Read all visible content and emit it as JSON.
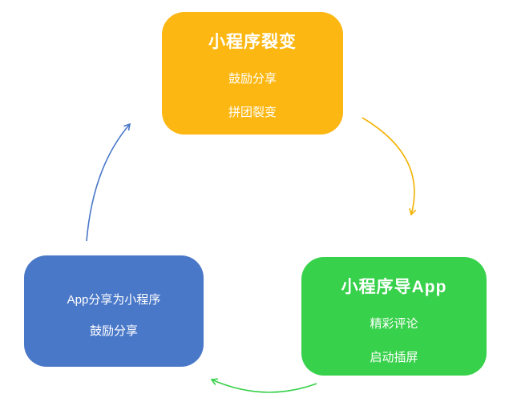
{
  "diagram": {
    "nodes": {
      "fission": {
        "title": "小程序裂变",
        "line1": "鼓励分享",
        "line2": "拼团裂变",
        "color": "#fcb712"
      },
      "to_app": {
        "title": "小程序导App",
        "line1": "精彩评论",
        "line2": "启动插屏",
        "color": "#38d14b"
      },
      "app_share": {
        "line1": "App分享为小程序",
        "line2": "鼓励分享",
        "color": "#4a78c8"
      }
    },
    "arrows": {
      "fission_to_app": "#f2b200",
      "to_app_to_share": "#38d14b",
      "share_to_fission": "#4a78c8"
    }
  }
}
